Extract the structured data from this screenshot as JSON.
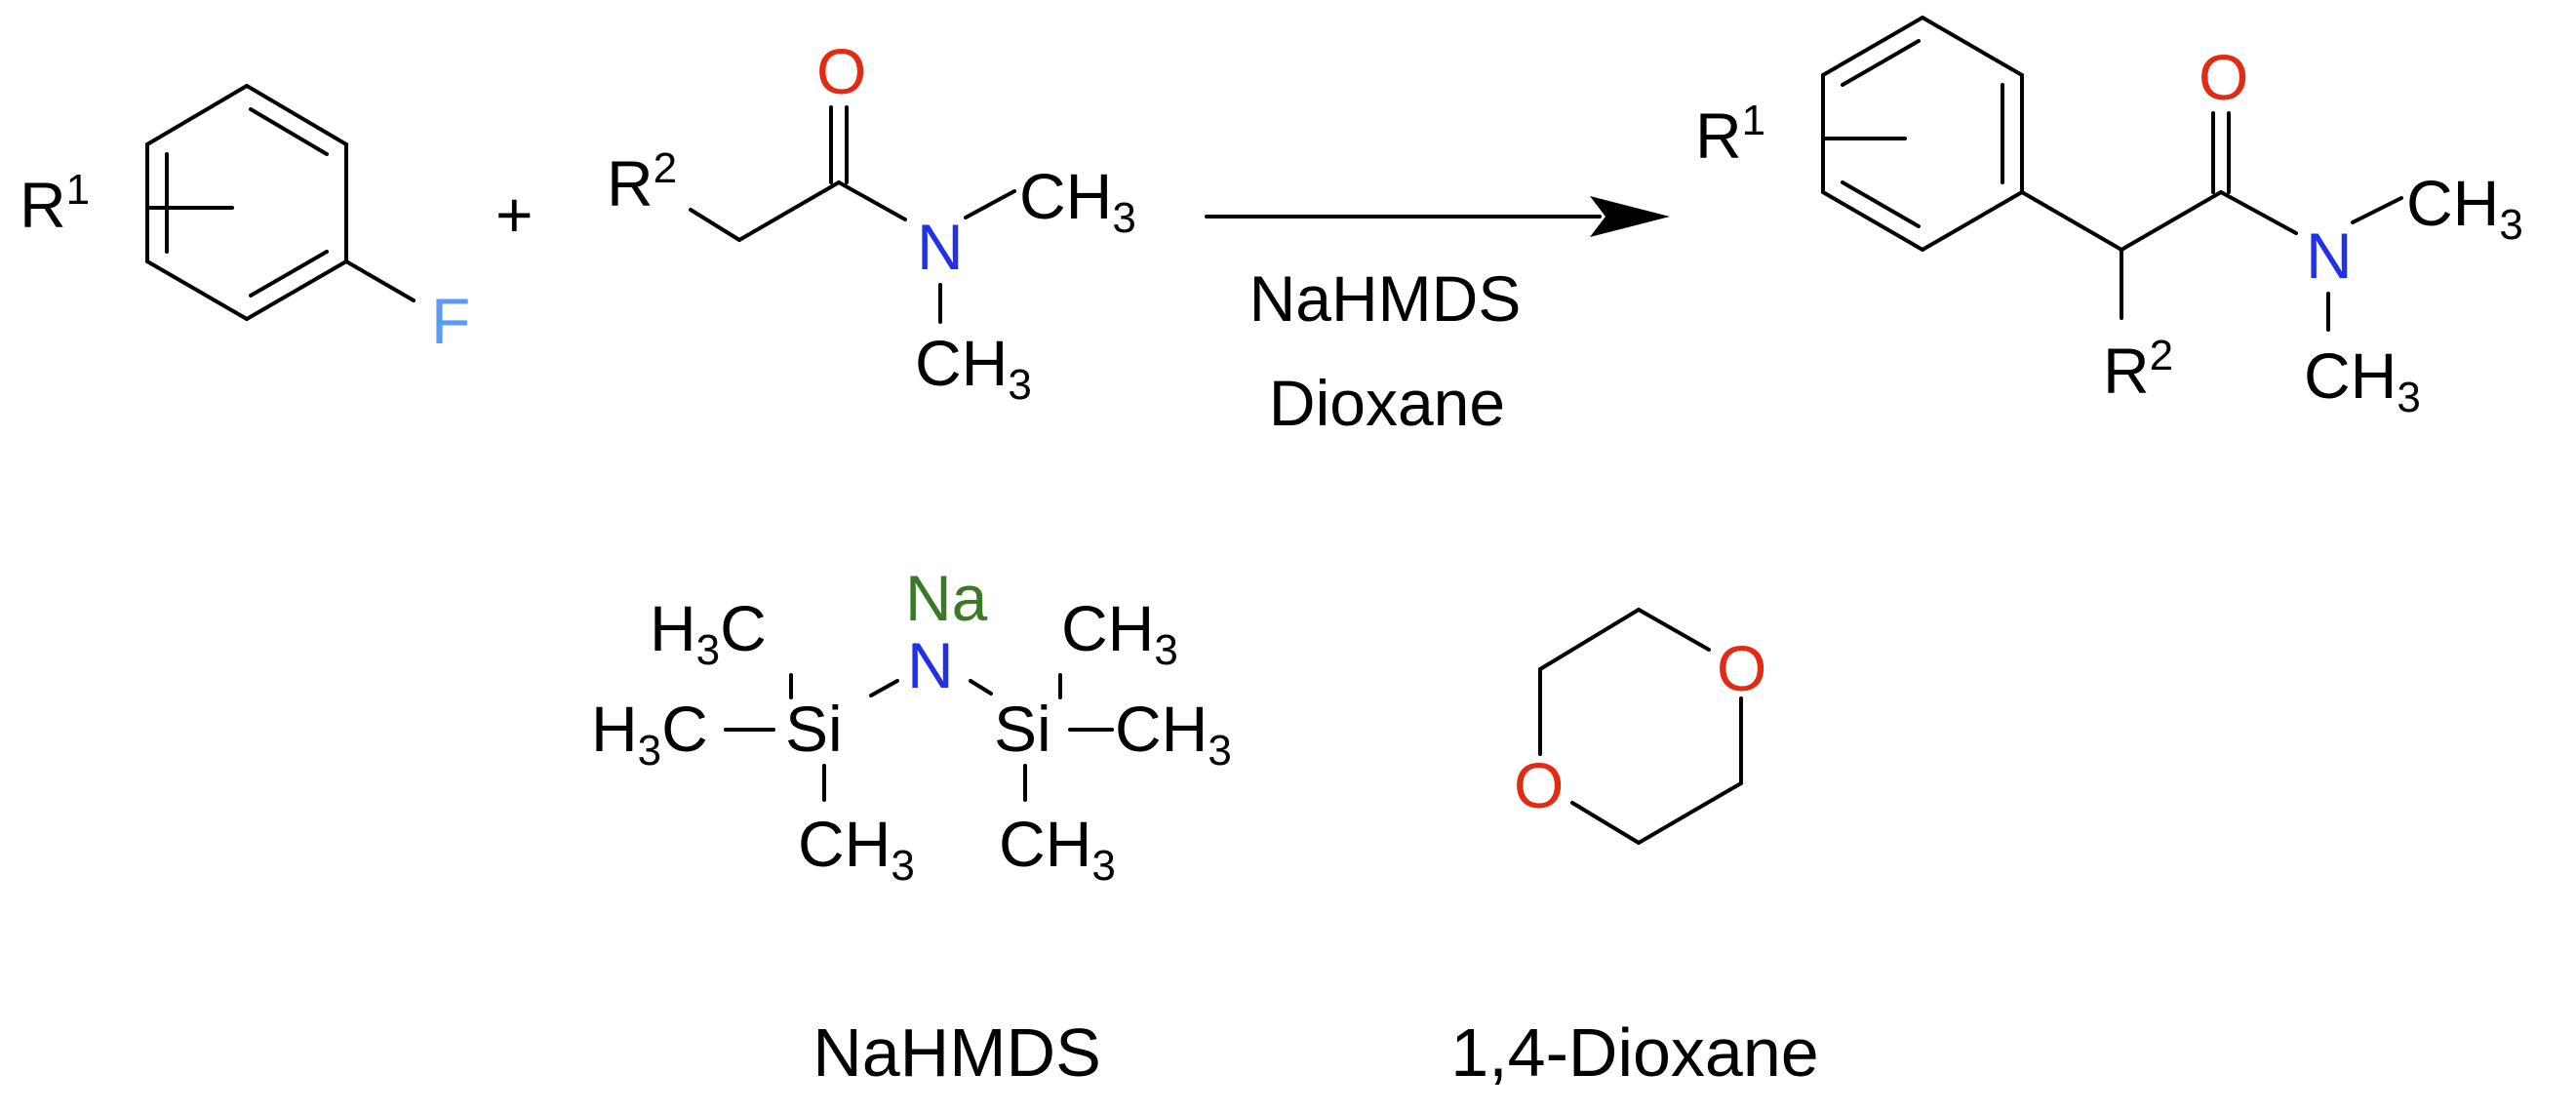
{
  "colors": {
    "ink": "#000000",
    "oxygen": "#e32a12",
    "nitrogen": "#2331e6",
    "fluorine": "#5b9bf5",
    "sodium": "#3a7a26"
  },
  "reaction": {
    "plus": "+",
    "reagent": "NaHMDS",
    "solvent": "Dioxane"
  },
  "aryl_fluoride": {
    "r1_symbol": "R",
    "r1_index": "1",
    "fluorine": "F"
  },
  "amide": {
    "r2_symbol": "R",
    "r2_index": "2",
    "oxygen": "O",
    "nitrogen": "N",
    "methyl_ch": "CH",
    "methyl_3": "3"
  },
  "product": {
    "r1_symbol": "R",
    "r1_index": "1",
    "r2_symbol": "R",
    "r2_index": "2",
    "oxygen": "O",
    "nitrogen": "N",
    "methyl_ch": "CH",
    "methyl_3": "3"
  },
  "nahmds": {
    "sodium": "Na",
    "nitrogen": "N",
    "silicon": "Si",
    "h": "H",
    "three": "3",
    "c": "C",
    "ch": "CH",
    "caption": "NaHMDS"
  },
  "dioxane": {
    "oxygen": "O",
    "caption": "1,4-Dioxane"
  }
}
